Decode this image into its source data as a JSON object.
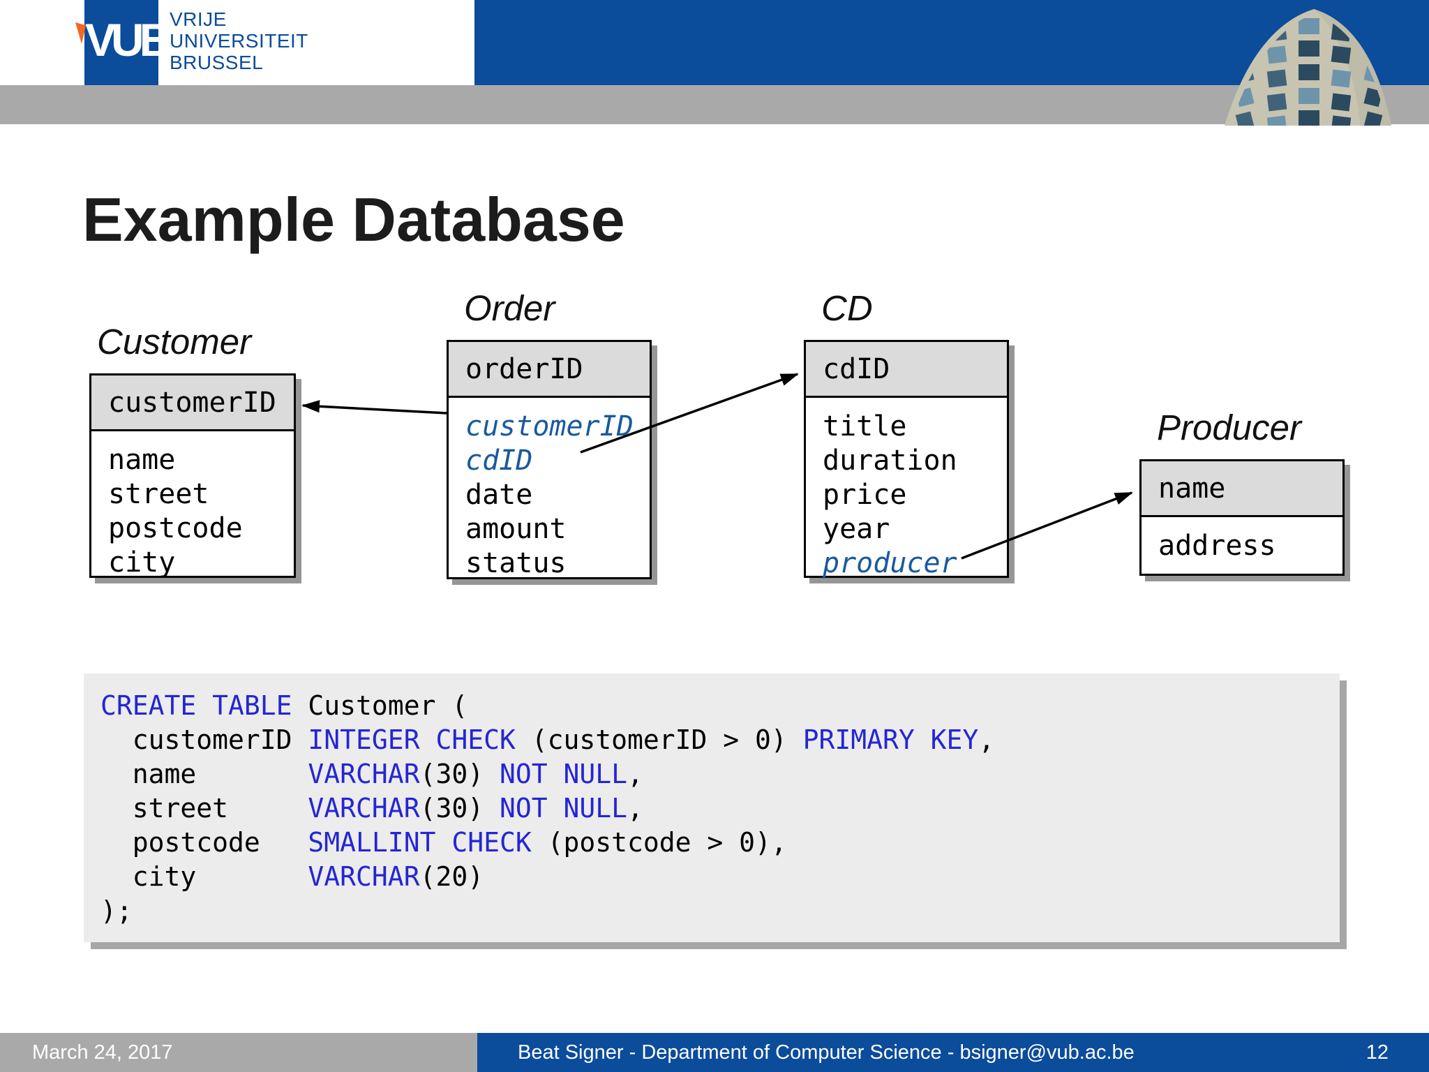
{
  "colors": {
    "brand_blue": "#0B4C9B",
    "bar_gray": "#A9A9A9",
    "table_header_gray": "#DBDBDB",
    "code_bg": "#ECECEC",
    "keyword_blue": "#2525D4",
    "fk_blue": "#1A5A9D",
    "orange": "#F26822"
  },
  "header": {
    "logo_text": "VUB",
    "university_lines": [
      "VRIJE",
      "UNIVERSITEIT",
      "BRUSSEL"
    ]
  },
  "title": "Example Database",
  "diagram": {
    "tables": [
      {
        "id": "customer",
        "title": "Customer",
        "header": "customerID",
        "fields": [
          {
            "t": "name"
          },
          {
            "t": "street"
          },
          {
            "t": "postcode"
          },
          {
            "t": "city"
          }
        ]
      },
      {
        "id": "order",
        "title": "Order",
        "header": "orderID",
        "fields": [
          {
            "t": "customerID",
            "fk": true
          },
          {
            "t": "cdID",
            "fk": true
          },
          {
            "t": "date"
          },
          {
            "t": "amount"
          },
          {
            "t": "status"
          }
        ]
      },
      {
        "id": "cd",
        "title": "CD",
        "header": "cdID",
        "fields": [
          {
            "t": "title"
          },
          {
            "t": "duration"
          },
          {
            "t": "price"
          },
          {
            "t": "year"
          },
          {
            "t": "producer",
            "fk": true
          }
        ]
      },
      {
        "id": "producer",
        "title": "Producer",
        "header": "name",
        "fields": [
          {
            "t": "address"
          }
        ]
      }
    ],
    "relations": [
      {
        "from": "Order.customerID",
        "to": "Customer.customerID"
      },
      {
        "from": "Order.cdID",
        "to": "CD.cdID"
      },
      {
        "from": "CD.producer",
        "to": "Producer.name"
      }
    ]
  },
  "sql": {
    "lines": [
      [
        {
          "t": "CREATE TABLE",
          "k": 1
        },
        {
          "t": " Customer ("
        }
      ],
      [
        {
          "t": "  customerID "
        },
        {
          "t": "INTEGER CHECK",
          "k": 1
        },
        {
          "t": " (customerID > 0) "
        },
        {
          "t": "PRIMARY KEY",
          "k": 1
        },
        {
          "t": ","
        }
      ],
      [
        {
          "t": "  name       "
        },
        {
          "t": "VARCHAR",
          "k": 1
        },
        {
          "t": "(30) "
        },
        {
          "t": "NOT NULL",
          "k": 1
        },
        {
          "t": ","
        }
      ],
      [
        {
          "t": "  street     "
        },
        {
          "t": "VARCHAR",
          "k": 1
        },
        {
          "t": "(30) "
        },
        {
          "t": "NOT NULL",
          "k": 1
        },
        {
          "t": ","
        }
      ],
      [
        {
          "t": "  postcode   "
        },
        {
          "t": "SMALLINT CHECK",
          "k": 1
        },
        {
          "t": " (postcode > 0),"
        }
      ],
      [
        {
          "t": "  city       "
        },
        {
          "t": "VARCHAR",
          "k": 1
        },
        {
          "t": "(20)"
        }
      ],
      [
        {
          "t": ");"
        }
      ]
    ]
  },
  "footer": {
    "date": "March 24, 2017",
    "center": "Beat Signer - Department of Computer Science - bsigner@vub.ac.be",
    "page": "12"
  }
}
